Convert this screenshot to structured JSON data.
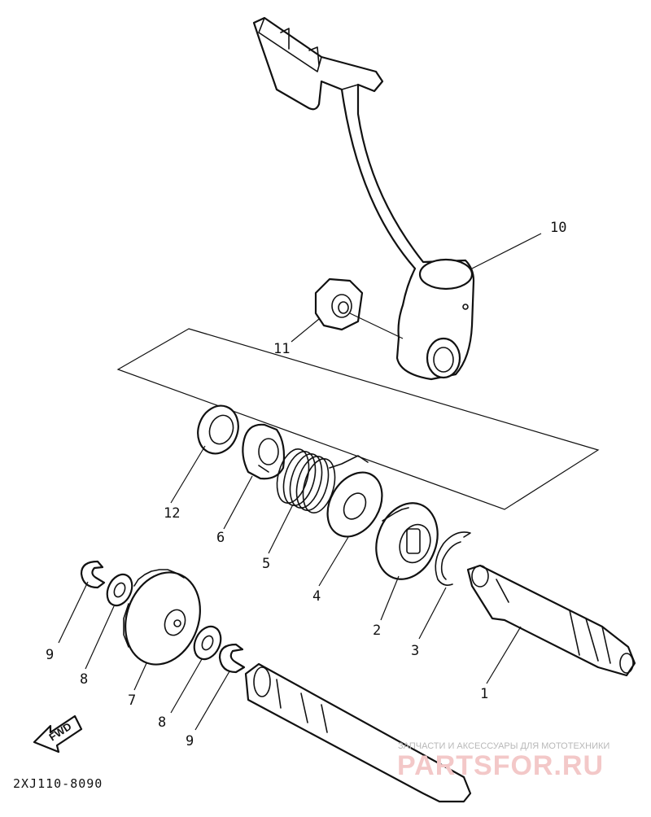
{
  "diagram": {
    "part_code": "2XJ110-8090",
    "fwd_label": "FWD",
    "callouts": [
      {
        "id": "1",
        "text": "1"
      },
      {
        "id": "2",
        "text": "2"
      },
      {
        "id": "3",
        "text": "3"
      },
      {
        "id": "4",
        "text": "4"
      },
      {
        "id": "5",
        "text": "5"
      },
      {
        "id": "6",
        "text": "6"
      },
      {
        "id": "7",
        "text": "7"
      },
      {
        "id": "8a",
        "text": "8"
      },
      {
        "id": "8b",
        "text": "8"
      },
      {
        "id": "9a",
        "text": "9"
      },
      {
        "id": "9b",
        "text": "9"
      },
      {
        "id": "10",
        "text": "10"
      },
      {
        "id": "11",
        "text": "11"
      },
      {
        "id": "12",
        "text": "12"
      }
    ]
  },
  "watermark": {
    "tagline": "ЗАПЧАСТИ И АКСЕССУАРЫ ДЛЯ МОТОТЕХНИКИ",
    "brand": "PARTSFOR.RU",
    "brand_color": "#f3c8c8"
  }
}
